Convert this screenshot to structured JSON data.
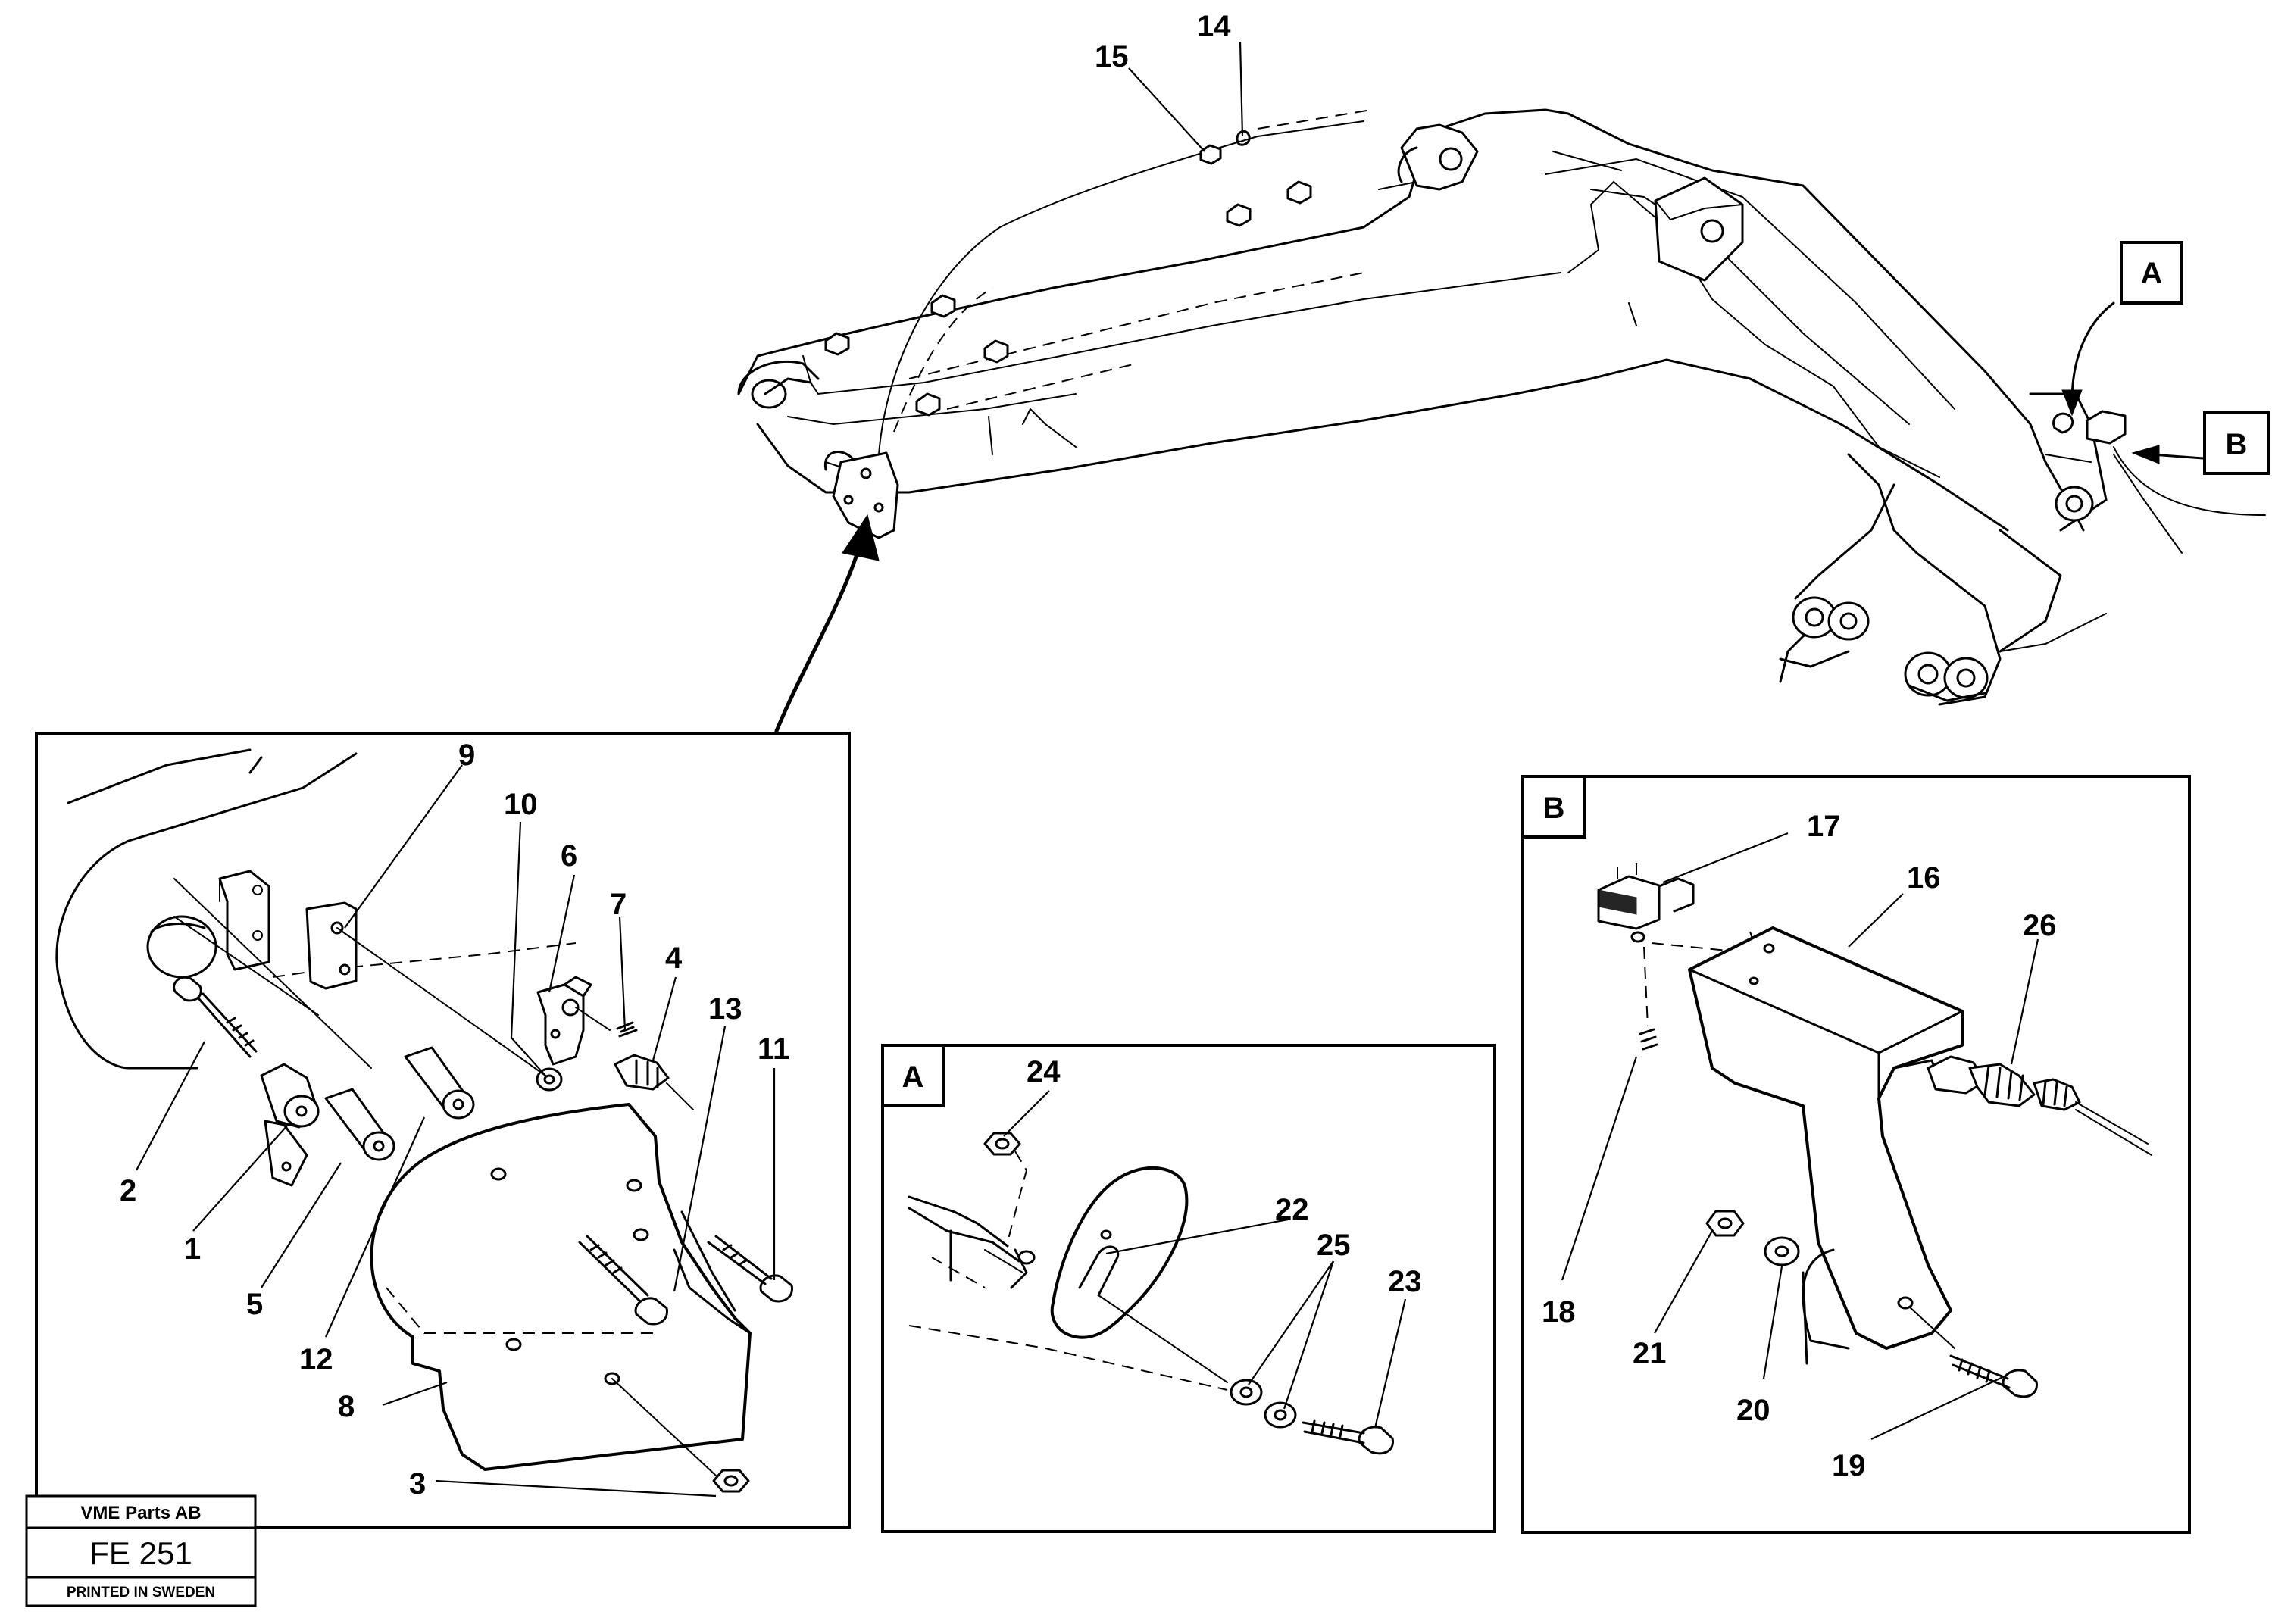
{
  "title_block": {
    "company": "VME Parts AB",
    "drawing_number": "FE 251",
    "printed": "PRINTED IN SWEDEN"
  },
  "view_labels": {
    "detail_a": "A",
    "detail_b": "B",
    "callout_a": "A",
    "callout_b": "B"
  },
  "part_numbers": {
    "p1": "1",
    "p2": "2",
    "p3": "3",
    "p4": "4",
    "p5": "5",
    "p6": "6",
    "p7": "7",
    "p8": "8",
    "p9": "9",
    "p10": "10",
    "p11": "11",
    "p12": "12",
    "p13": "13",
    "p14": "14",
    "p15": "15",
    "p16": "16",
    "p17": "17",
    "p18": "18",
    "p19": "19",
    "p20": "20",
    "p21": "21",
    "p22": "22",
    "p23": "23",
    "p24": "24",
    "p25": "25",
    "p26": "26"
  }
}
